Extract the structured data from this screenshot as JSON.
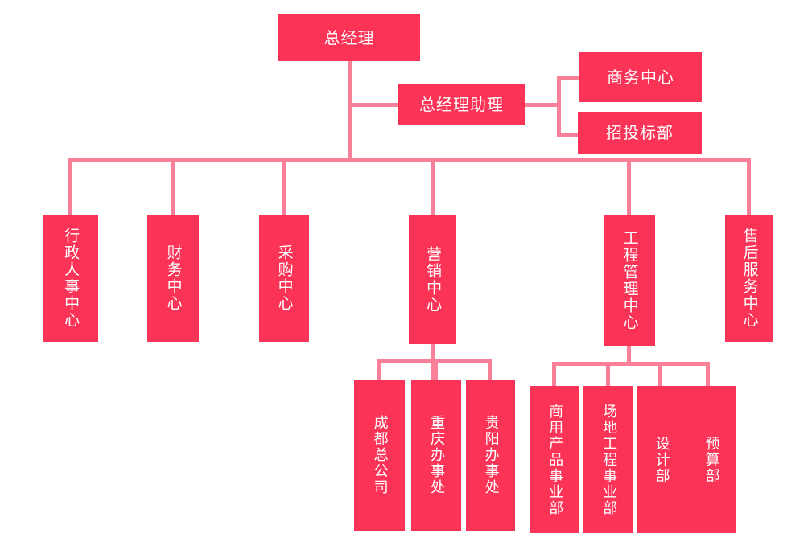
{
  "chart_title": "",
  "colors": {
    "node_fill": "#fb3457",
    "node_text": "#ffffff",
    "connector": "#fa7f99",
    "background": "#ffffff"
  },
  "org_chart": {
    "type": "organization-chart",
    "orientation": "top-down",
    "levels": [
      {
        "level": 1,
        "nodes": [
          {
            "id": "gm",
            "label": "总经理",
            "text_direction": "horizontal"
          }
        ]
      },
      {
        "level": 2,
        "nodes": [
          {
            "id": "gm-assistant",
            "label": "总经理助理",
            "text_direction": "horizontal",
            "parent": "gm"
          }
        ]
      },
      {
        "level": "2a",
        "nodes": [
          {
            "id": "business-center",
            "label": "商务中心",
            "text_direction": "horizontal",
            "parent": "gm-assistant"
          },
          {
            "id": "bidding-dept",
            "label": "招投标部",
            "text_direction": "horizontal",
            "parent": "gm-assistant"
          }
        ]
      },
      {
        "level": 3,
        "nodes": [
          {
            "id": "admin-hr-center",
            "label": "行政人事中心",
            "text_direction": "vertical",
            "parent": "gm"
          },
          {
            "id": "finance-center",
            "label": "财务中心",
            "text_direction": "vertical",
            "parent": "gm"
          },
          {
            "id": "procurement-center",
            "label": "采购中心",
            "text_direction": "vertical",
            "parent": "gm"
          },
          {
            "id": "marketing-center",
            "label": "营销中心",
            "text_direction": "vertical",
            "parent": "gm"
          },
          {
            "id": "engineering-mgmt-center",
            "label": "工程管理中心",
            "text_direction": "vertical",
            "parent": "gm"
          },
          {
            "id": "after-sales-center",
            "label": "售后服务中心",
            "text_direction": "vertical",
            "parent": "gm"
          }
        ]
      },
      {
        "level": 4,
        "nodes": [
          {
            "id": "chengdu-hq",
            "label": "成都总公司",
            "text_direction": "vertical",
            "parent": "marketing-center"
          },
          {
            "id": "chongqing-office",
            "label": "重庆办事处",
            "text_direction": "vertical",
            "parent": "marketing-center"
          },
          {
            "id": "guiyang-office",
            "label": "贵阳办事处",
            "text_direction": "vertical",
            "parent": "marketing-center"
          },
          {
            "id": "commercial-product-div",
            "label": "商用产品事业部",
            "text_direction": "vertical",
            "parent": "engineering-mgmt-center"
          },
          {
            "id": "site-engineering-div",
            "label": "场地工程事业部",
            "text_direction": "vertical",
            "parent": "engineering-mgmt-center"
          },
          {
            "id": "design-dept",
            "label": "设计部",
            "text_direction": "vertical",
            "parent": "engineering-mgmt-center"
          },
          {
            "id": "budget-dept",
            "label": "预算部",
            "text_direction": "vertical",
            "parent": "engineering-mgmt-center"
          }
        ]
      }
    ]
  },
  "nodes": {
    "gm": "总经理",
    "gm_assistant": "总经理助理",
    "business_center": "商务中心",
    "bidding_dept": "招投标部",
    "admin_hr_center": "行政人事中心",
    "finance_center": "财务中心",
    "procurement_center": "采购中心",
    "marketing_center": "营销中心",
    "engineering_mgmt_center": "工程管理中心",
    "after_sales_center": "售后服务中心",
    "chengdu_hq": "成都总公司",
    "chongqing_office": "重庆办事处",
    "guiyang_office": "贵阳办事处",
    "commercial_product_div": "商用产品事业部",
    "site_engineering_div": "场地工程事业部",
    "design_dept": "设计部",
    "budget_dept": "预算部"
  }
}
